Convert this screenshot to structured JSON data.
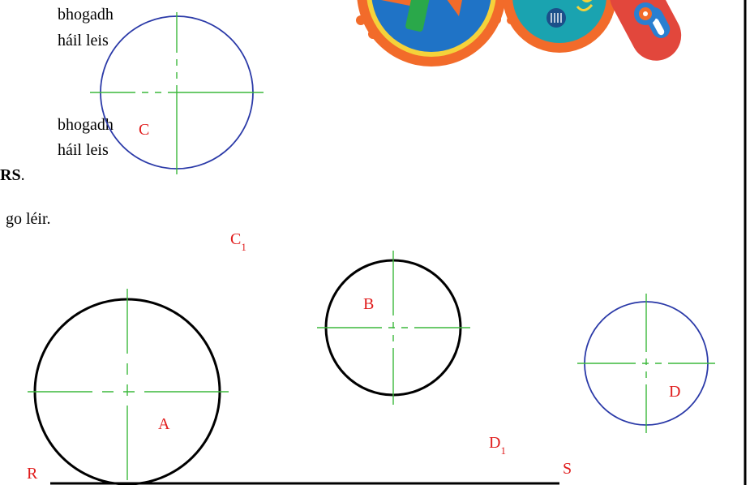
{
  "instructions": {
    "line1": "bhogadh",
    "line2": "háil leis",
    "line3": "bhogadh",
    "line4": "háil leis",
    "line5_bold": "RS",
    "line5_end": ".",
    "line6": "go léir."
  },
  "labels": {
    "circle_c": "C",
    "circle_a": "A",
    "circle_b": "B",
    "circle_d": "D",
    "point_c1_main": "C",
    "point_c1_sub": "1",
    "point_d1_main": "D",
    "point_d1_sub": "1",
    "line_r": "R",
    "line_s": "S"
  },
  "colors": {
    "black_circle": "#000000",
    "blue_circle": "#2b3aa8",
    "center_lines": "#3cb83c",
    "labels": "#e01b1b"
  },
  "images": {
    "gears": "toy-gears-photo"
  }
}
